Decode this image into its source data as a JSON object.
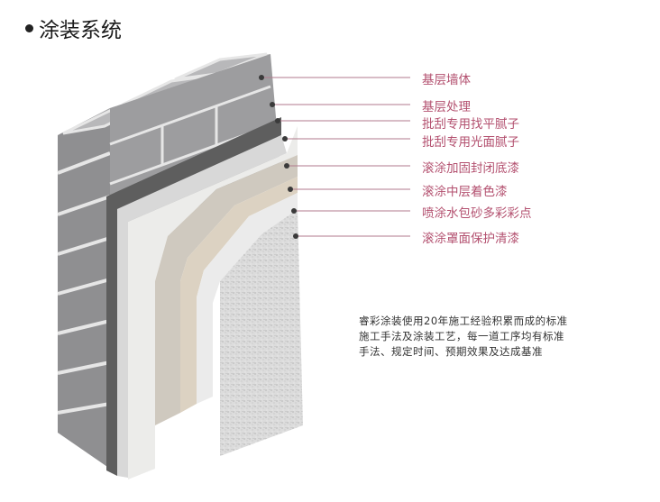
{
  "title": "涂装系统",
  "layers": [
    {
      "id": "base-wall",
      "label": "基层墙体"
    },
    {
      "id": "base-treatment",
      "label": "基层处理"
    },
    {
      "id": "putty-leveling",
      "label": "批刮专用找平腻子"
    },
    {
      "id": "putty-smooth",
      "label": "批刮专用光面腻子"
    },
    {
      "id": "sealer-primer",
      "label": "滚涂加固封闭底漆"
    },
    {
      "id": "mid-coat",
      "label": "滚涂中层着色漆"
    },
    {
      "id": "multicolor",
      "label": "喷涂水包砂多彩彩点"
    },
    {
      "id": "topcoat",
      "label": "滚涂罩面保护清漆"
    }
  ],
  "description": {
    "line1": "睿彩涂装使用20年施工经验积累而成的标准",
    "line2": "施工手法及涂装工艺，每一道工序均有标准",
    "line3": "手法、规定时间、预期效果及达成基准"
  },
  "colors": {
    "label": "#b3506f",
    "brick_front": "#8f8f91",
    "brick_top": "#a7a7a9",
    "mortar": "#e8e8e8",
    "plaster": "#5e5e5e"
  }
}
